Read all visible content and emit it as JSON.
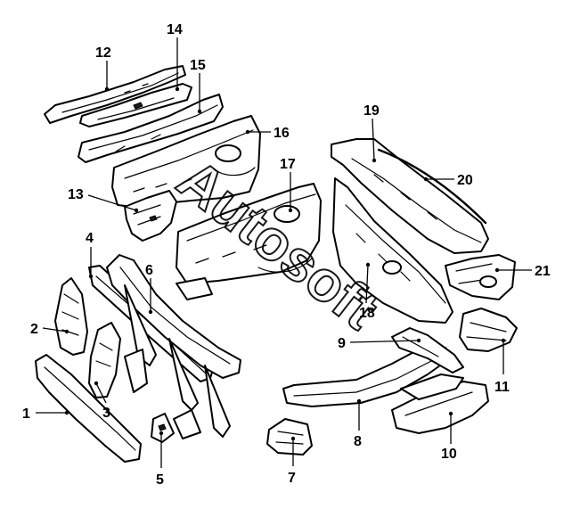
{
  "callouts": {
    "c1": "1",
    "c2": "2",
    "c3": "3",
    "c4": "4",
    "c5": "5",
    "c6": "6",
    "c7": "7",
    "c8": "8",
    "c9": "9",
    "c10": "10",
    "c11": "11",
    "c12": "12",
    "c13": "13",
    "c14": "14",
    "c15": "15",
    "c16": "16",
    "c17": "17",
    "c18": "18",
    "c19": "19",
    "c20": "20",
    "c21": "21"
  },
  "watermark": "Autosoft"
}
